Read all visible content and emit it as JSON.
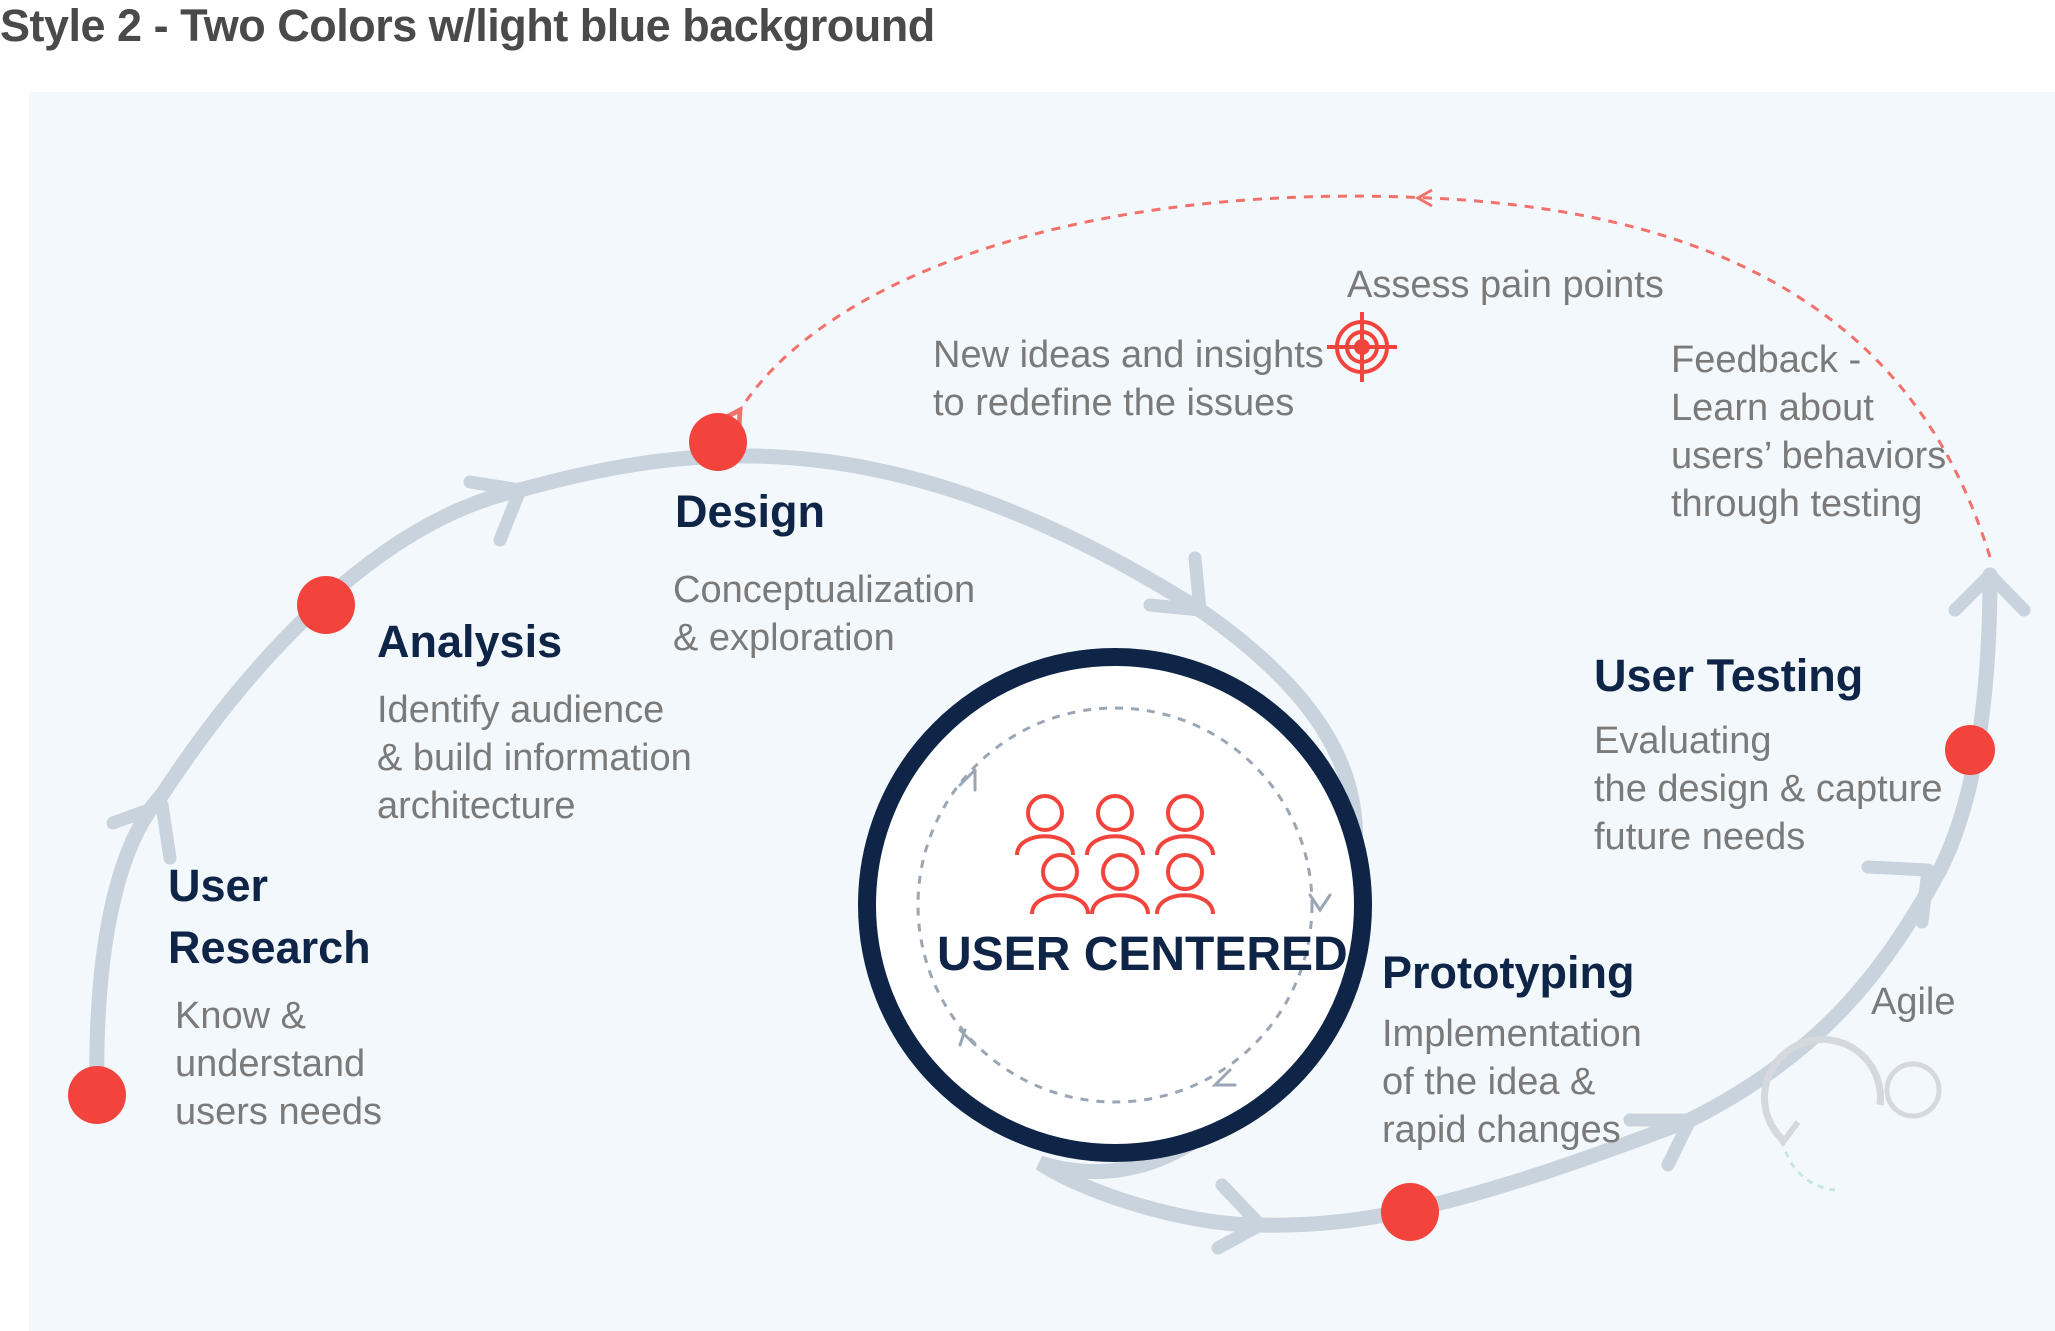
{
  "title": "Style 2 - Two Colors w/light blue background",
  "colors": {
    "panel_background": "#f3f8fc",
    "path": "#c8d3dd",
    "accent_red": "#f2443c",
    "navy": "#0f2547",
    "gray_text": "#7a7a7a"
  },
  "center": {
    "label": "USER CENTERED",
    "icon": "user-group-icon"
  },
  "stages": [
    {
      "title": "User\nResearch",
      "description": "Know &\nunderstand\nusers needs"
    },
    {
      "title": "Analysis",
      "description": "Identify audience\n& build information\narchitecture"
    },
    {
      "title": "Design",
      "description": "Conceptualization\n& exploration"
    },
    {
      "title": "Prototyping",
      "description": "Implementation\nof the idea &\nrapid changes"
    },
    {
      "title": "User Testing",
      "description": "Evaluating\nthe design & capture\nfuture needs"
    }
  ],
  "feedback_loop": {
    "assess": "Assess pain points",
    "assess_icon": "target-icon",
    "new_ideas": "New ideas and insights\nto redefine the issues",
    "feedback": "Feedback -\nLearn about\nusers’ behaviors\nthrough testing"
  },
  "agile": {
    "label": "Agile",
    "icon": "agile-cycle-icon"
  }
}
